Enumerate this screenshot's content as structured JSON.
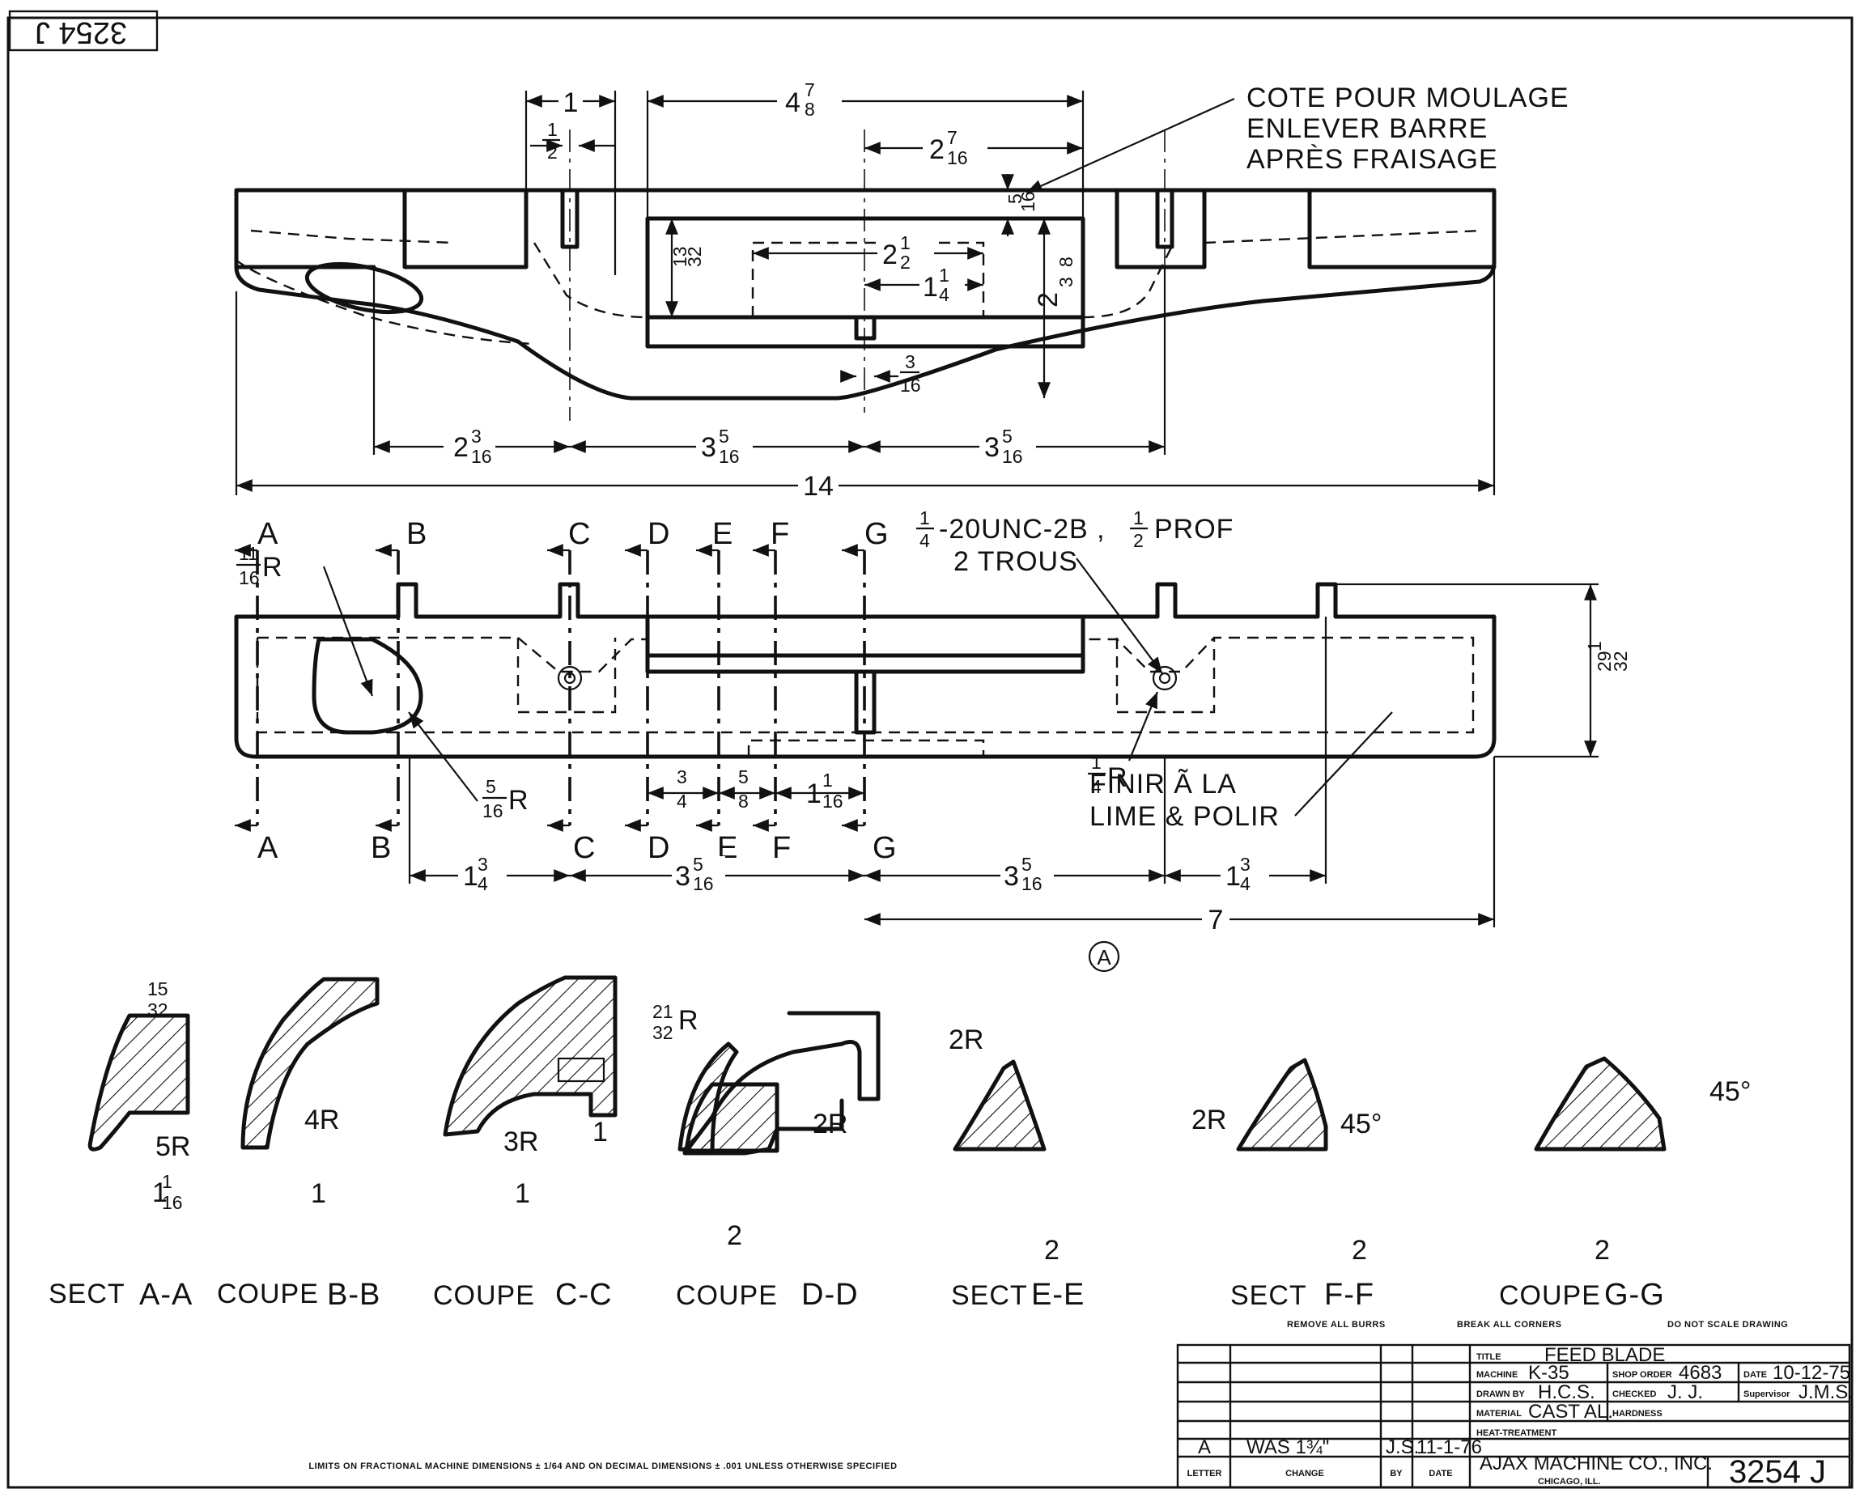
{
  "sheet": {
    "corner_stamp": "3254 J"
  },
  "notes": {
    "mould": [
      "COTE POUR MOULAGE",
      "ENLEVER BARRE",
      "APRÈS FRAISAGE"
    ],
    "tap": [
      "-20UNC-2B ,",
      "PROF",
      "2 TROUS"
    ],
    "finish": [
      "FINIR Ã LA",
      "LIME & POLIR"
    ]
  },
  "views": {
    "front": {
      "dims": {
        "w1": "1",
        "wtop": "4",
        "wmid": "2",
        "w2b": "2",
        "w3": "3",
        "w3b": "3",
        "w14": "14",
        "r1": "1",
        "r2": "2",
        "r3": "2"
      }
    },
    "top": {
      "section_letters": [
        "A",
        "B",
        "C",
        "D",
        "E",
        "F",
        "G"
      ],
      "labels": {
        "r11": "R",
        "r5": "R",
        "r4": "R",
        "d7": "7",
        "d1a": "1",
        "d3": "3",
        "d3b": "3",
        "d1b": "1",
        "d1c": "1"
      }
    }
  },
  "sections": [
    {
      "id": "aa",
      "prefix": "SECT",
      "label": "A-A",
      "radius": "5R"
    },
    {
      "id": "bb",
      "prefix": "COUPE",
      "label": "B-B",
      "radius": "4R"
    },
    {
      "id": "cc",
      "prefix": "COUPE",
      "label": "C-C",
      "radius": "3R"
    },
    {
      "id": "dd",
      "prefix": "COUPE",
      "label": "D-D",
      "radius": "2R"
    },
    {
      "id": "ee",
      "prefix": "SECT",
      "label": "E-E",
      "radius": "2R",
      "marker": "A"
    },
    {
      "id": "ff",
      "prefix": "SECT",
      "label": "F-F",
      "radius": "2R"
    },
    {
      "id": "gg",
      "prefix": "COUPE",
      "label": "G-G",
      "angle": "45°"
    }
  ],
  "section_dims": {
    "aa": [
      "1",
      "1",
      "1"
    ],
    "bb": [
      "1"
    ],
    "cc": [
      "1",
      "1"
    ],
    "dd": [
      "R",
      "1",
      "2",
      "1",
      "1"
    ],
    "ee": [
      "1",
      "1",
      "R",
      "1",
      "1",
      "2",
      "2"
    ],
    "ff": [
      "1",
      "1",
      "R",
      "1",
      "1",
      "2",
      "2",
      "45°"
    ],
    "gg": [
      "1",
      "1",
      "1",
      "2"
    ]
  },
  "title_block": {
    "header_notes": [
      "REMOVE ALL BURRS",
      "BREAK ALL CORNERS",
      "DO NOT SCALE DRAWING"
    ],
    "title_label": "TITLE",
    "title": "FEED BLADE",
    "machine_label": "MACHINE",
    "machine": "K-35",
    "shop_order_label": "SHOP ORDER",
    "shop_order": "4683",
    "date_label": "DATE",
    "date": "10-12-75",
    "drawn_label": "DRAWN BY",
    "drawn": "H.C.S.",
    "checked_label": "CHECKED",
    "checked": "J. J.",
    "supervisor_label": "Supervisor",
    "supervisor": "J.M.S.",
    "material_label": "MATERIAL",
    "material": "CAST AL.",
    "hardness_label": "HARDNESS",
    "heat_label": "HEAT-TREATMENT",
    "company": "AJAX MACHINE CO., INC.",
    "city": "CHICAGO, ILL.",
    "drawing_no": "3254 J",
    "revision": {
      "letter": "A",
      "change": "WAS 1¾\"",
      "by": "J.S.",
      "date": "11-1-76"
    },
    "rev_headers": [
      "LETTER",
      "CHANGE",
      "BY",
      "DATE"
    ]
  },
  "limits_note": "LIMITS ON FRACTIONAL MACHINE DIMENSIONS ± 1/64 AND ON DECIMAL DIMENSIONS ± .001 UNLESS OTHERWISE SPECIFIED"
}
